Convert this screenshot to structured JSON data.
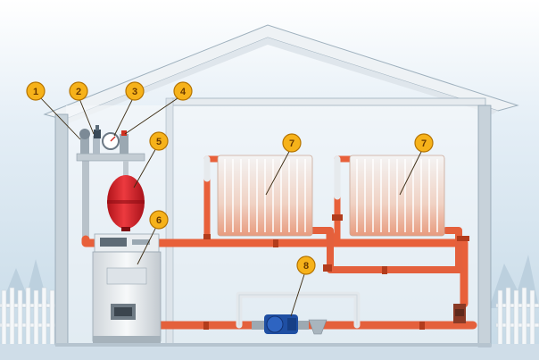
{
  "callouts": [
    {
      "number": "1",
      "component": "safety-group"
    },
    {
      "number": "2",
      "component": "air-vent"
    },
    {
      "number": "3",
      "component": "pressure-gauge"
    },
    {
      "number": "4",
      "component": "safety-valve"
    },
    {
      "number": "5",
      "component": "expansion-tank"
    },
    {
      "number": "6",
      "component": "boiler"
    },
    {
      "number": "7",
      "component": "radiator"
    },
    {
      "number": "8",
      "component": "circulation-pump"
    }
  ],
  "colors": {
    "sky": "#dbe9f3",
    "wall": "#b9c7d1",
    "supply_pipe": "#e8603a",
    "return_pipe": "#e4603c",
    "callout_fill": "#f6b21a",
    "callout_stroke": "#b57400",
    "expansion_tank": "#e0242b",
    "boiler_body": "#eaeef2",
    "pump": "#1f4fa3"
  }
}
